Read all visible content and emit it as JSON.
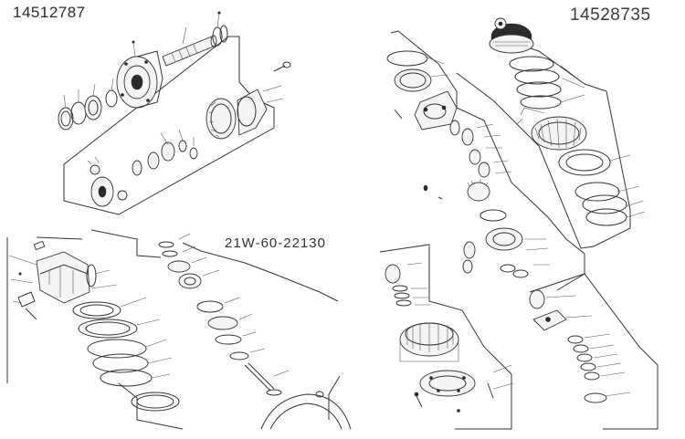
{
  "diagrams": {
    "top_left": {
      "part_number": "14512787"
    },
    "right": {
      "part_number": "14528735"
    },
    "bottom_left": {
      "part_number": "21W-60-22130"
    }
  },
  "colors": {
    "line": "#333333",
    "text": "#2a2a2a",
    "background": "#ffffff"
  }
}
